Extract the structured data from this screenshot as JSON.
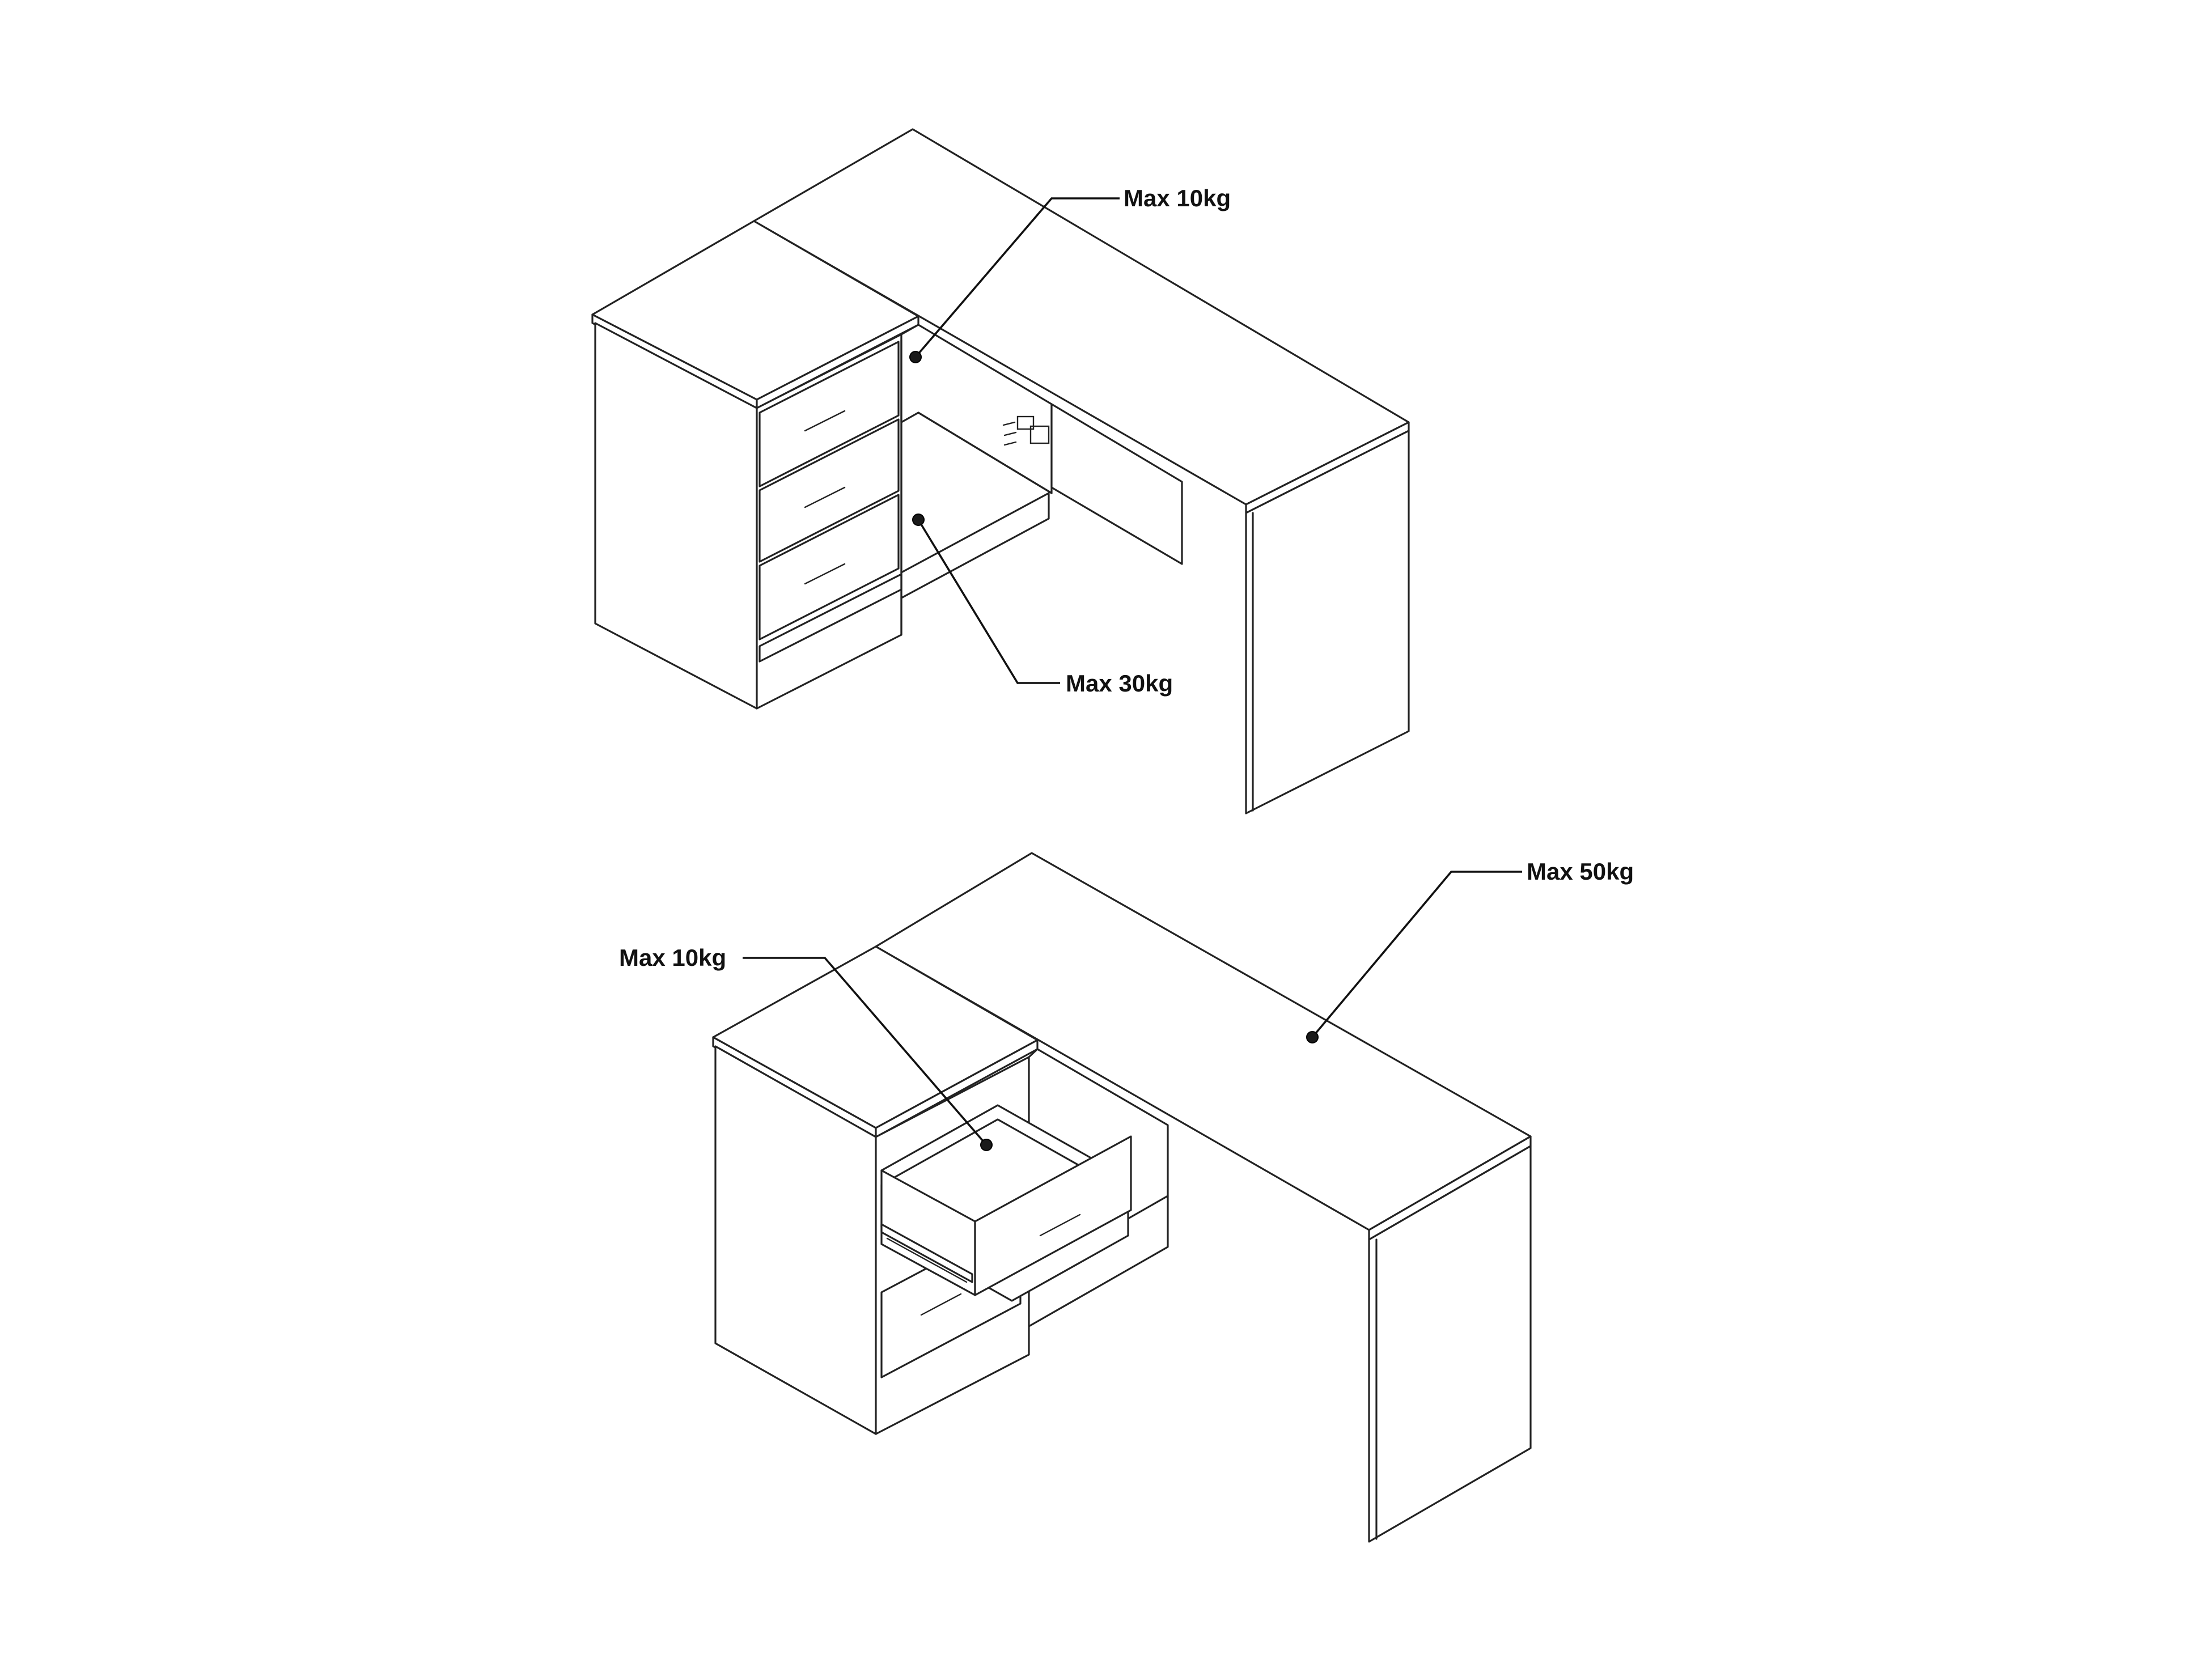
{
  "diagram": {
    "callouts": [
      {
        "id": "top-shelf-load",
        "text": "Max 10kg"
      },
      {
        "id": "top-bottom-compartment-load",
        "text": "Max 30kg"
      },
      {
        "id": "bottom-desktop-load",
        "text": "Max 50kg"
      },
      {
        "id": "bottom-drawer-load",
        "text": "Max 10kg"
      }
    ]
  }
}
